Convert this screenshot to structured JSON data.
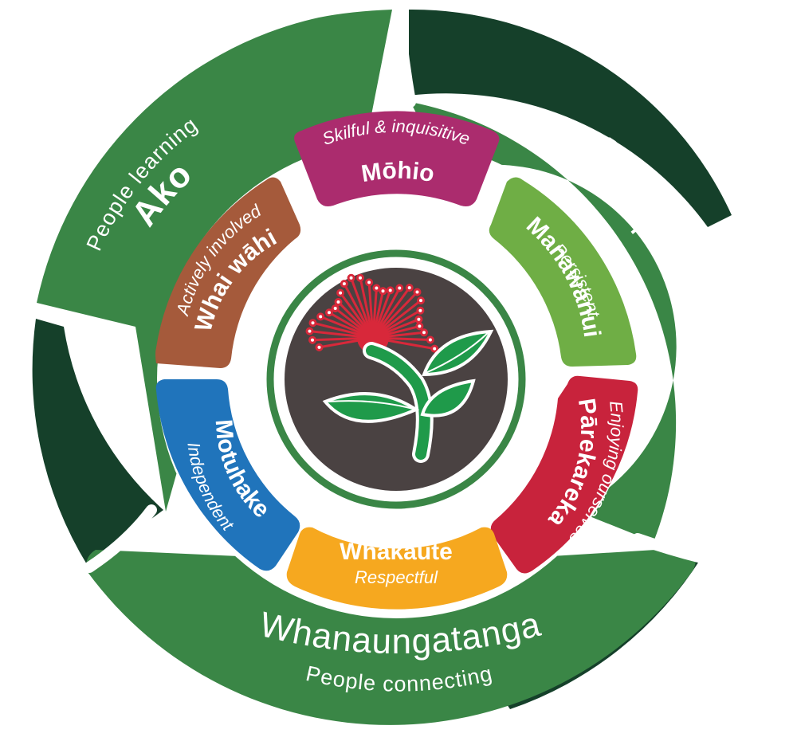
{
  "colors": {
    "outer_green": "#3a8646",
    "dark_green": "#15402a",
    "ring_green": "#3a8646",
    "center_dark": "#4a4242",
    "mohio": "#ab2c6e",
    "manawanui": "#6fae45",
    "parekareka": "#c8233c",
    "whakaute": "#f6a81f",
    "motuhake": "#2074bb",
    "whai_wahi": "#a55a3b",
    "flower_red": "#d8283a",
    "leaf_green": "#1f9a4a"
  },
  "outer_ring": {
    "ako": {
      "title": "Ako",
      "subtitle": "People learning"
    },
    "whakapuawai": {
      "title": "Whakapuāwai",
      "subtitle": "People thriving"
    },
    "whanaungatanga": {
      "title": "Whanaungatanga",
      "subtitle": "People connecting"
    }
  },
  "inner_ring": {
    "mohio": {
      "title": "Mōhio",
      "subtitle": "Skilful & inquisitive"
    },
    "manawanui": {
      "title": "Manawanui",
      "subtitle": "Persistent"
    },
    "parekareka": {
      "title": "Pārekareka",
      "subtitle": "Enjoying ourselves"
    },
    "whakaute": {
      "title": "Whakaute",
      "subtitle": "Respectful"
    },
    "motuhake": {
      "title": "Motuhake",
      "subtitle": "Independent"
    },
    "whai_wahi": {
      "title": "Whai wāhi",
      "subtitle": "Actively involved"
    }
  },
  "center": {
    "icon": "pohutukawa-flower-icon"
  }
}
